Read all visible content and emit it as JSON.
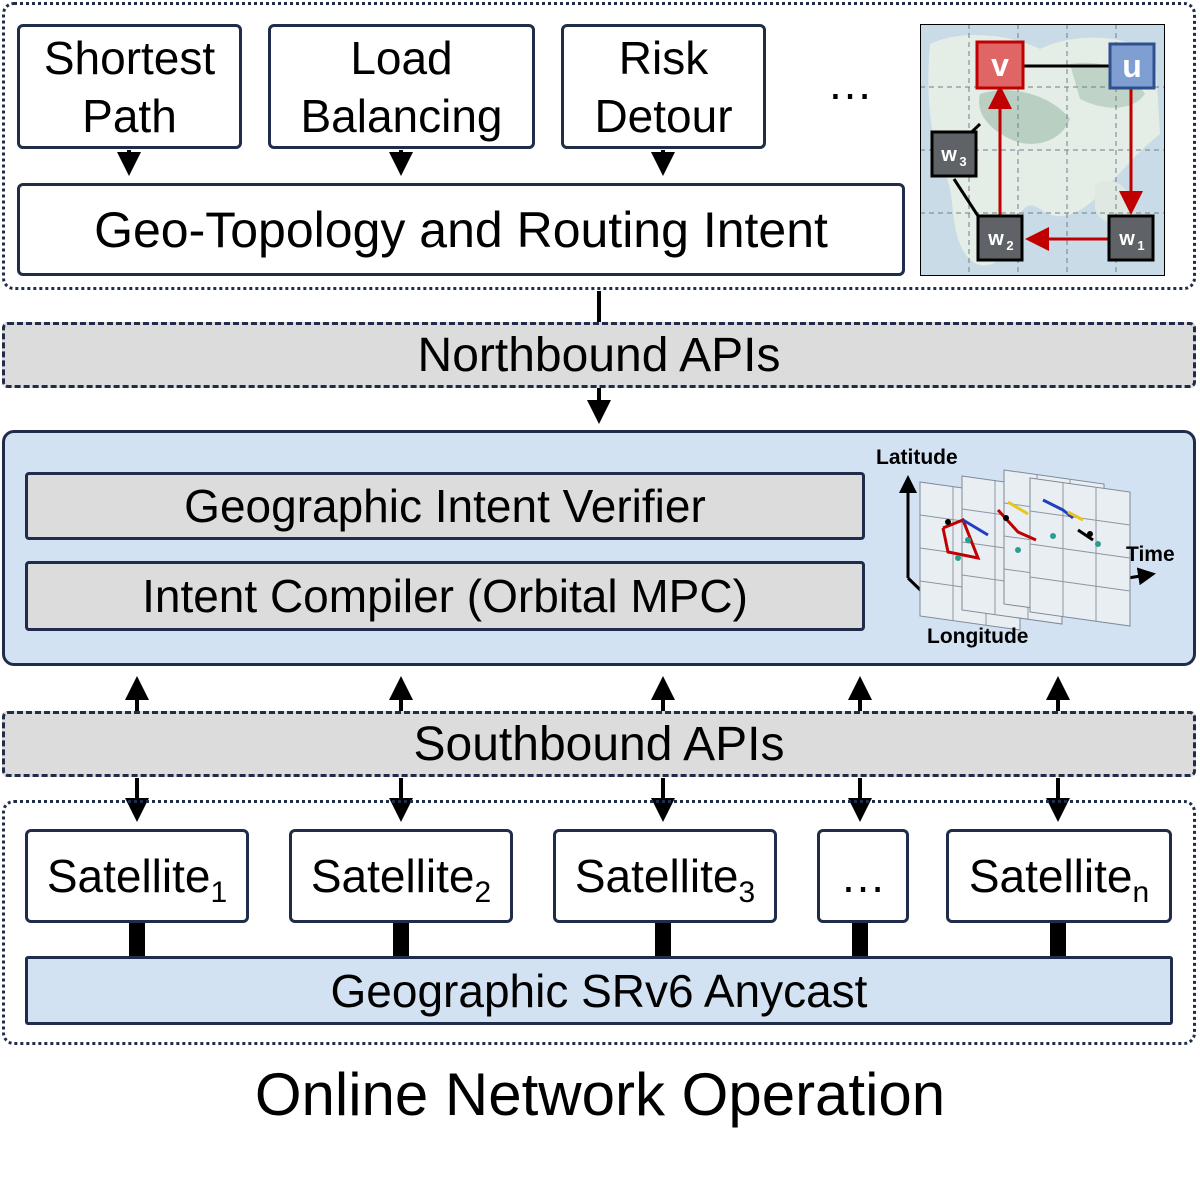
{
  "intents": [
    "Shortest Path",
    "Load Balancing",
    "Risk Detour",
    "…"
  ],
  "intent_lines": [
    [
      "Shortest",
      "Path"
    ],
    [
      "Load",
      "Balancing"
    ],
    [
      "Risk",
      "Detour"
    ]
  ],
  "geo_topology": "Geo-Topology and Routing Intent",
  "map_nodes": {
    "v": "v",
    "u": "u",
    "w1": "w",
    "w2": "w",
    "w3": "w",
    "w1_sub": "1",
    "w2_sub": "2",
    "w3_sub": "3"
  },
  "northbound": "Northbound APIs",
  "verifier": "Geographic Intent Verifier",
  "compiler": "Intent Compiler (Orbital MPC)",
  "plot_axes": {
    "y": "Latitude",
    "x": "Longitude",
    "z": "Time"
  },
  "southbound": "Southbound APIs",
  "satellites": [
    {
      "name": "Satellite",
      "sub": "1"
    },
    {
      "name": "Satellite",
      "sub": "2"
    },
    {
      "name": "Satellite",
      "sub": "3"
    },
    {
      "name": "…",
      "sub": ""
    },
    {
      "name": "Satellite",
      "sub": "n"
    }
  ],
  "anycast": "Geographic SRv6 Anycast",
  "caption": "Online Network Operation",
  "colors": {
    "panel_blue": "#d3e2f2",
    "bar_grey": "#dcdcdc",
    "border": "#1f2d4a",
    "node_red": "#e06666",
    "node_blue": "#7f9fd3",
    "node_grey": "#5f6368",
    "path_red": "#c00000"
  }
}
